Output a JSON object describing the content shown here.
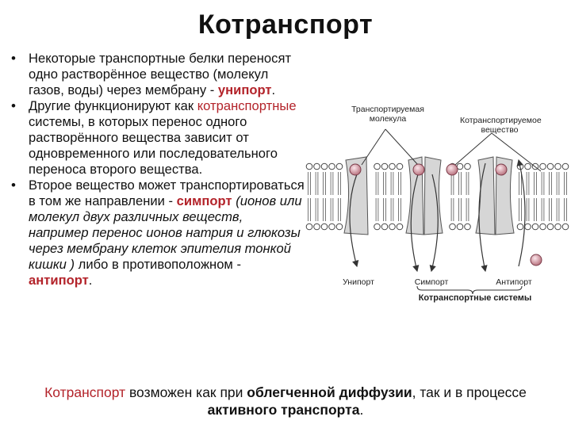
{
  "title": "Котранспорт",
  "bullets": [
    {
      "pre": "Некоторые транспортные белки переносят одно растворённое вещество (молекул газов, воды) через мембрану - ",
      "term": "унипорт",
      "post": "."
    },
    {
      "pre": "Другие функционируют как ",
      "term": "котранспортные",
      "post": " системы, в которых перенос одного растворённого вещества зависит от одновременного или последовательного переноса второго вещества."
    },
    {
      "pre": "Второе вещество может транспортироваться в том же направлении - ",
      "term": "симпорт",
      "italic": " (ионов или молекул двух различных веществ, например перенос ионов натрия и глюкозы через мембрану клеток эпителия тонкой кишки ) ",
      "post2": "либо в противоположном - ",
      "term2": "антипорт",
      "end": "."
    }
  ],
  "conclusion": {
    "term1": "Котранспорт",
    "mid1": " возможен как при ",
    "bold1": "облегченной диффузии",
    "mid2": ", так и в процессе ",
    "bold2": "активного транспорта",
    "end": "."
  },
  "diagram": {
    "label_transported": "Транспортируемая молекула",
    "label_cotransported": "Котранспортируемое вещество",
    "label_uniport": "Унипорт",
    "label_symport": "Симпорт",
    "label_antiport": "Антипорт",
    "label_systems": "Котранспортные системы",
    "colors": {
      "molecule": "#d9a0ad",
      "protein": "#d2d2d2",
      "line": "#333333"
    }
  }
}
